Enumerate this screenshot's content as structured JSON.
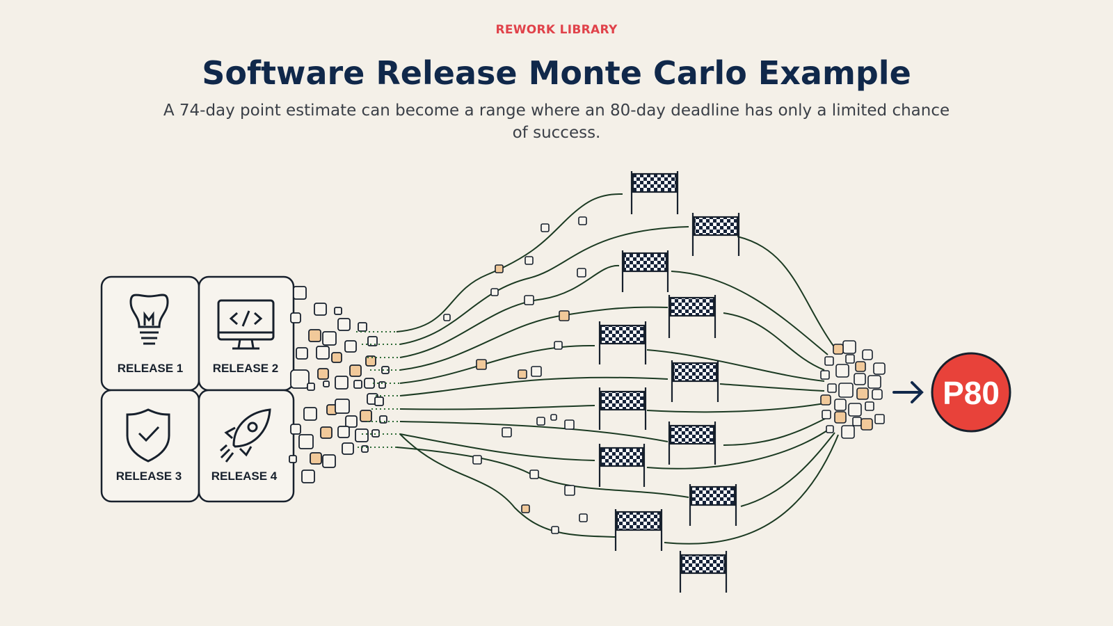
{
  "header": {
    "eyebrow": "REWORK LIBRARY",
    "title": "Software Release Monte Carlo Example",
    "subtitle": "A 74-day point estimate can become a range where an 80-day deadline has only a limited chance of success."
  },
  "releases": [
    {
      "label": "RELEASE 1",
      "icon": "lightbulb-icon"
    },
    {
      "label": "RELEASE 2",
      "icon": "code-monitor-icon"
    },
    {
      "label": "RELEASE 3",
      "icon": "shield-check-icon"
    },
    {
      "label": "RELEASE 4",
      "icon": "rocket-icon"
    }
  ],
  "result": {
    "label": "P80",
    "color": "#e8423a"
  },
  "colors": {
    "ink": "#17202c",
    "path": "#1b3a22",
    "accent_square": "#f1c99a",
    "background": "#f4f0e8"
  }
}
